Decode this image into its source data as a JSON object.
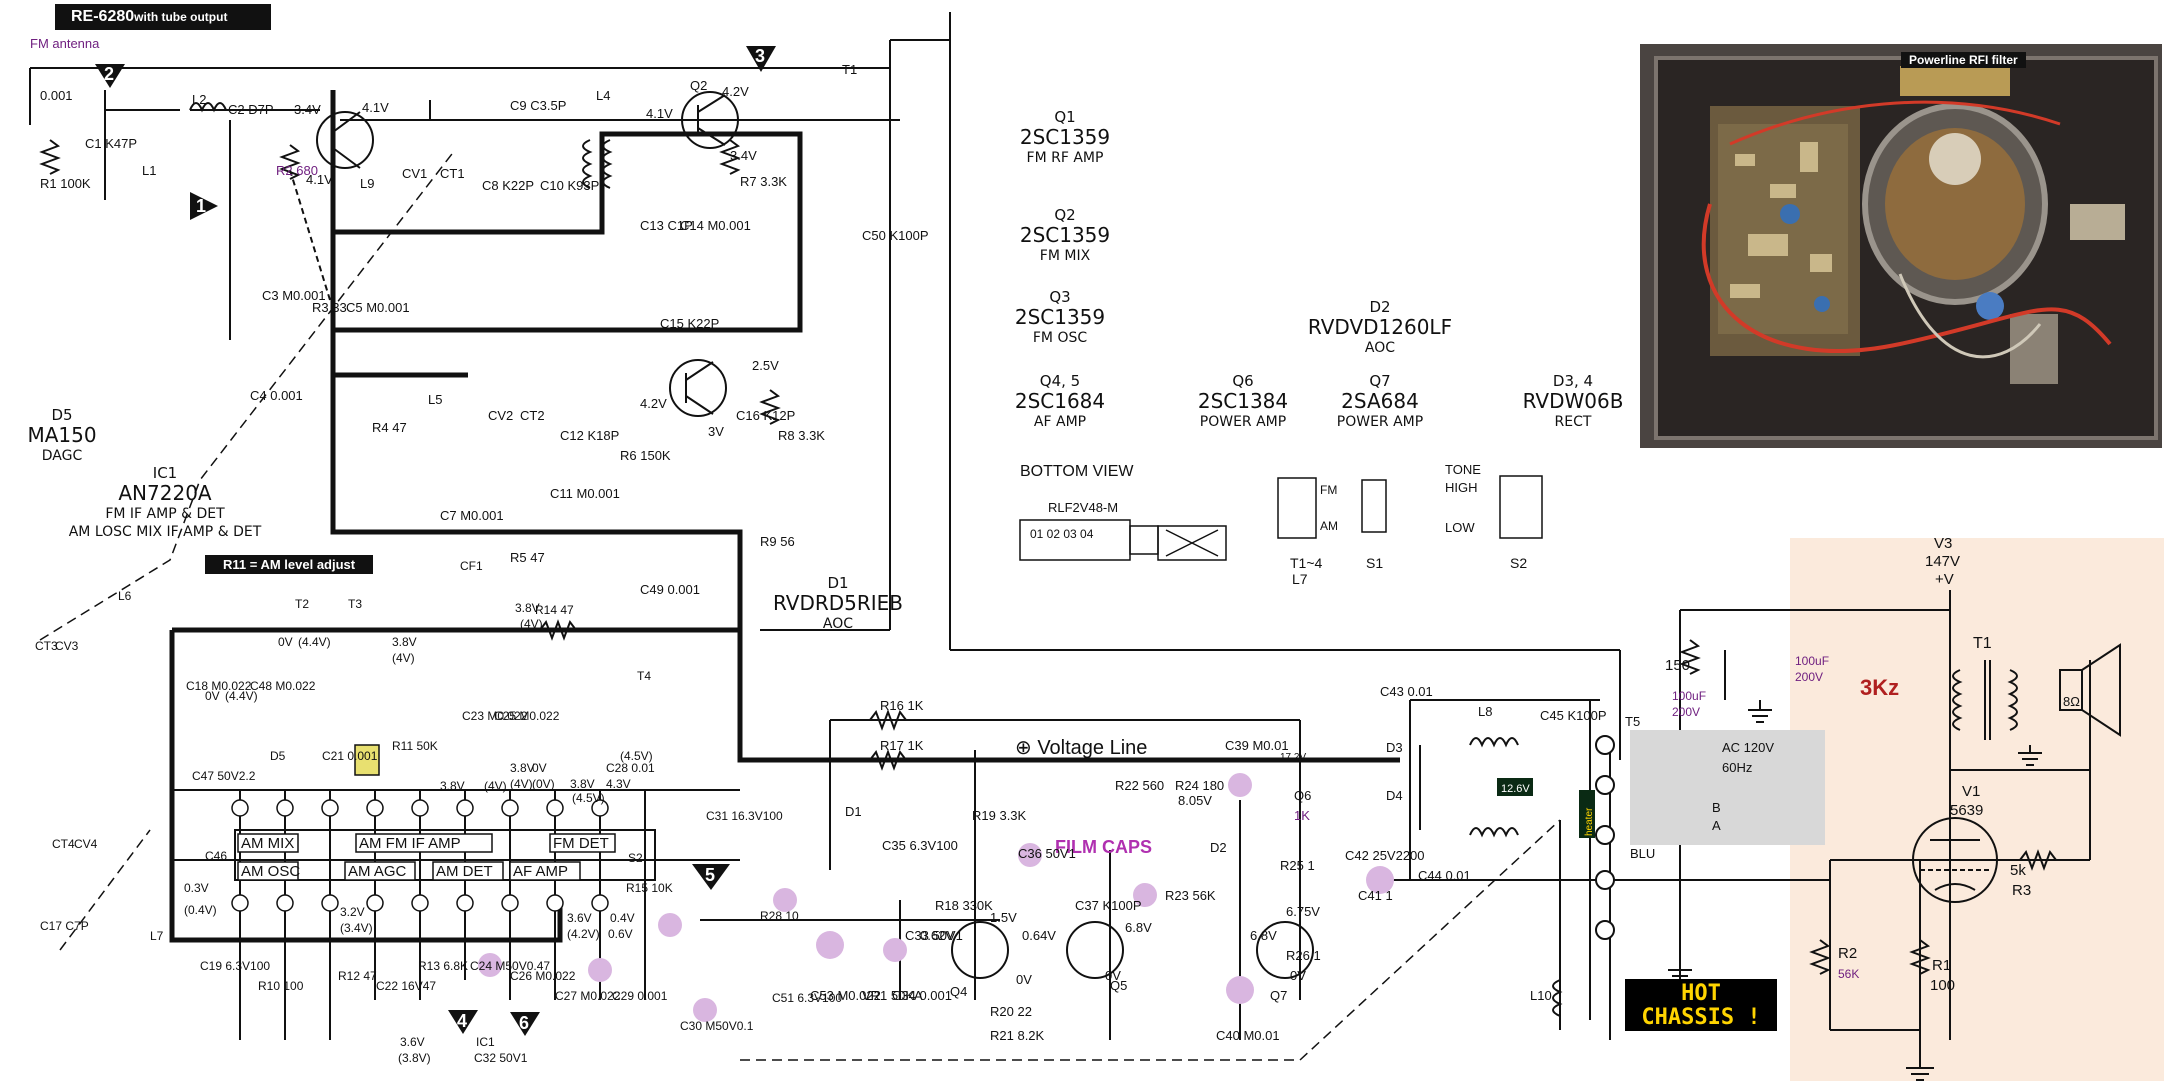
{
  "header": {
    "title": "RE-6280",
    "title_suffix": "with tube output",
    "fm_antenna": "FM antenna"
  },
  "notes": {
    "r11": "R11 = AM level adjust",
    "powerline": "Powerline RFI filter",
    "film_caps": "FILM CAPS",
    "hot_chassis_1": "HOT",
    "hot_chassis_2": "CHASSIS !",
    "khz": "3Kz",
    "voltage_line": "⊕ Voltage Line"
  },
  "parts": [
    {
      "ref": "Q1",
      "part": "2SC1359",
      "fn": "FM RF AMP"
    },
    {
      "ref": "Q2",
      "part": "2SC1359",
      "fn": "FM MIX"
    },
    {
      "ref": "Q3",
      "part": "2SC1359",
      "fn": "FM OSC"
    },
    {
      "ref": "Q4, 5",
      "part": "2SC1684",
      "fn": "AF AMP"
    },
    {
      "ref": "Q6",
      "part": "2SC1384",
      "fn": "POWER AMP"
    },
    {
      "ref": "Q7",
      "part": "2SA684",
      "fn": "POWER AMP"
    },
    {
      "ref": "D2",
      "part": "RVDVD1260LF",
      "fn": "AOC"
    },
    {
      "ref": "D3, 4",
      "part": "RVDW06B",
      "fn": "RECT"
    }
  ],
  "ic1": {
    "ref": "IC1",
    "part": "AN7220A",
    "fn1": "FM IF AMP & DET",
    "fn2": "AM LOSC MIX IF AMP & DET"
  },
  "d5": {
    "ref": "D5",
    "part": "MA150",
    "fn": "DAGC"
  },
  "d1": {
    "ref": "D1",
    "part": "RVDRD5RIEB",
    "fn": "AOC"
  },
  "bottom_view": {
    "title": "BOTTOM VIEW",
    "connector": "RLF2V48-M",
    "pins": "01 02 03 04",
    "t_label": "T1~4",
    "l_label": "L7",
    "s1": "S1",
    "s2": "S2",
    "fm": "FM",
    "am": "AM",
    "tone": "TONE",
    "high": "HIGH",
    "low": "LOW"
  },
  "ic_blocks": [
    "AM MIX",
    "AM FM IF AMP",
    "FM DET",
    "AM OSC",
    "AM AGC",
    "AM DET",
    "AF AMP"
  ],
  "markers": [
    "1",
    "2",
    "3",
    "4",
    "5",
    "6"
  ],
  "rf_labels": [
    "C1 K47P",
    "R1 100K",
    "0.001",
    "L1",
    "L2",
    "C2 D7P",
    "3.4V",
    "4.1V",
    "4.1V",
    "R2 680",
    "L9",
    "CV1",
    "CT1",
    "C8 K22P",
    "C9 C3.5P",
    "L4",
    "C10 K93P",
    "4.1V",
    "4.2V",
    "3.4V",
    "Q2",
    "R7 3.3K",
    "C14 M0.001",
    "C13 C1P",
    "T1",
    "C50 K100P",
    "C3 M0.001",
    "R3 33",
    "C5 M0.001",
    "C4 0.001",
    "C15 K22P",
    "L5",
    "R4 47",
    "CV2",
    "CT2",
    "C12 K18P",
    "C16 K12P",
    "R8 3.3K",
    "2.5V",
    "4.2V",
    "3V",
    "R6 150K",
    "C11 M0.001",
    "C7 M0.001",
    "R5 47",
    "R9 56",
    "C49 0.001"
  ],
  "if_labels": [
    "L6",
    "CT3",
    "CV3",
    "CT4",
    "CV4",
    "C17 C7P",
    "L7",
    "T2",
    "T3",
    "C18 M0.022",
    "C48 M0.022",
    "0V",
    "(4.4V)",
    "0V",
    "(4.4V)",
    "3.8V",
    "(4V)",
    "R11 50K",
    "C21 0.001",
    "D5",
    "C47 50V2.2",
    "C46",
    "C19 6.3V100",
    "R10 100",
    "R12 47",
    "C22 16V47",
    "R13 6.8K",
    "C24 M50V0.47",
    "C26 M0.022",
    "C27 M0.022",
    "C29 0.001",
    "C30 M50V0.1",
    "CF1",
    "R14 47",
    "3.8V",
    "(4V)",
    "T4",
    "C23 M0.022",
    "C25 M0.022",
    "3.8V",
    "(4V)",
    "3.8V",
    "(4V)",
    "0V",
    "(0V)",
    "3.8V",
    "(4.5V)",
    "C28 0.01",
    "4.3V",
    "(4.5V)",
    "3.6V",
    "(4.2V)",
    "0.4V",
    "0.6V",
    "0.3V",
    "(0.4V)",
    "3.2V",
    "(3.4V)",
    "3.6V",
    "(3.8V)",
    "IC1",
    "C32 50V1",
    "S2",
    "R15 10K",
    "C51 6.3V100",
    "R28 10",
    "C31 16.3V100"
  ],
  "af_labels": [
    "R16 1K",
    "R17 1K",
    "D1",
    "C35 6.3V100",
    "R19 3.3K",
    "R18 330K",
    "C36 50V1",
    "C53 M0.022",
    "VR1 50KA",
    "C33 50V1",
    "C34 0.001",
    "0.62V",
    "1.5V",
    "Q4",
    "R20 22",
    "0V",
    "R21 8.2K",
    "0.64V",
    "C37 K100P",
    "Q5",
    "6.8V",
    "0V",
    "R22 560",
    "R24 180",
    "8.05V",
    "C39 M0.01",
    "R23 56K",
    "D2",
    "Q6",
    "1K",
    "17.2V",
    "R25 1",
    "6.75V",
    "6.8V",
    "R26 1",
    "Q7",
    "0V",
    "C40 M0.01",
    "C42 25V2200",
    "C41 1",
    "C43 0.01",
    "D3",
    "D4",
    "C44 0.01",
    "L8",
    "C45 K100P",
    "12.6V",
    "L10",
    "T5",
    "AC 120V",
    "60Hz",
    "BLU",
    "heater"
  ],
  "tube_labels": [
    "V3",
    "147V",
    "+V",
    "150",
    "100uF",
    "200V",
    "100uF",
    "200V",
    "T1",
    "8Ω",
    "V1",
    "5639",
    "5k",
    "R3",
    "R2",
    "56K",
    "R1",
    "100",
    "A",
    "B"
  ]
}
